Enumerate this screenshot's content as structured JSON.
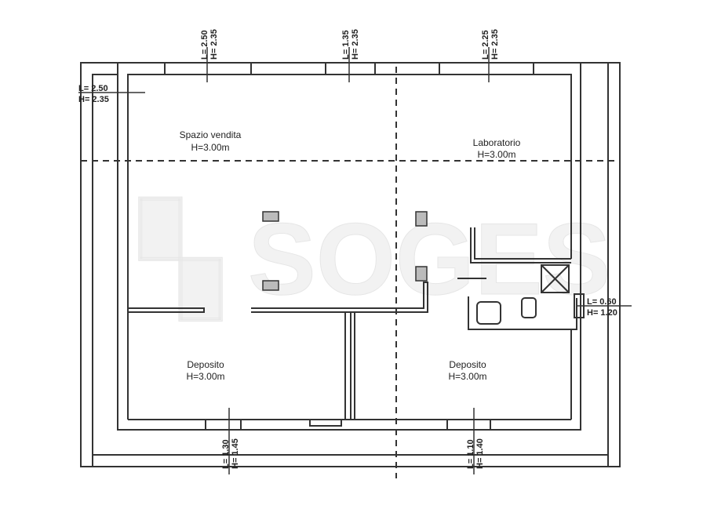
{
  "rooms": [
    {
      "name": "Spazio vendita",
      "height": "H=3.00m"
    },
    {
      "name": "Laboratorio",
      "height": "H=3.00m"
    },
    {
      "name": "Deposito",
      "height": "H=3.00m"
    },
    {
      "name": "Deposito",
      "height": "H=3.00m"
    }
  ],
  "windows": [
    {
      "l": "L= 2.50",
      "h": "H= 2.35"
    },
    {
      "l": "L= 1.35",
      "h": "H= 2.35"
    },
    {
      "l": "L= 2.25",
      "h": "H= 2.35"
    },
    {
      "l": "L= 2.50",
      "h": "H= 2.35"
    },
    {
      "l": "L= 0.60",
      "h": "H= 1.20"
    },
    {
      "l": "L= 1.30",
      "h": "H= 1.45"
    },
    {
      "l": "L= 1.10",
      "h": "H= 1.40"
    }
  ],
  "watermark": "SOGES",
  "colors": {
    "line": "#333333",
    "background": "#ffffff"
  }
}
